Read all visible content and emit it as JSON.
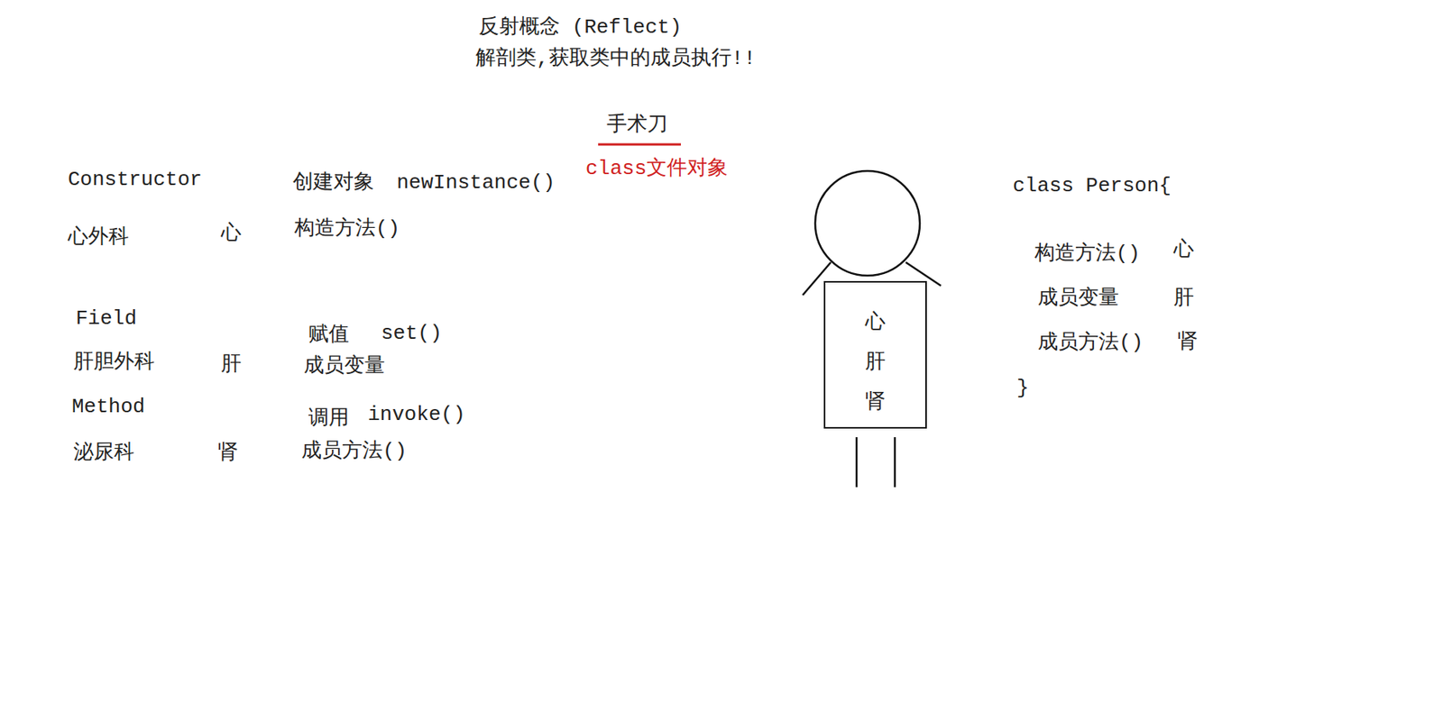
{
  "diagram": {
    "title": "反射概念 (Reflect)",
    "nodes": [
      {
        "text": [
          "心",
          "肝",
          "肾"
        ]
      }
    ],
    "labels": [
      "解剖类,获取类中的成员执行!!",
      "手术刀",
      "class文件对象",
      "Constructor",
      "心外科",
      "心",
      "创建对象",
      "newInstance()",
      "构造方法()",
      "Field",
      "肝胆外科",
      "肝",
      "赋值",
      "set()",
      "成员变量",
      "Method",
      "泌尿科",
      "肾",
      "调用",
      "invoke()",
      "成员方法()",
      "class Person{",
      "构造方法()",
      "心",
      "成员变量",
      "肝",
      "成员方法()",
      "肾",
      "}"
    ]
  }
}
